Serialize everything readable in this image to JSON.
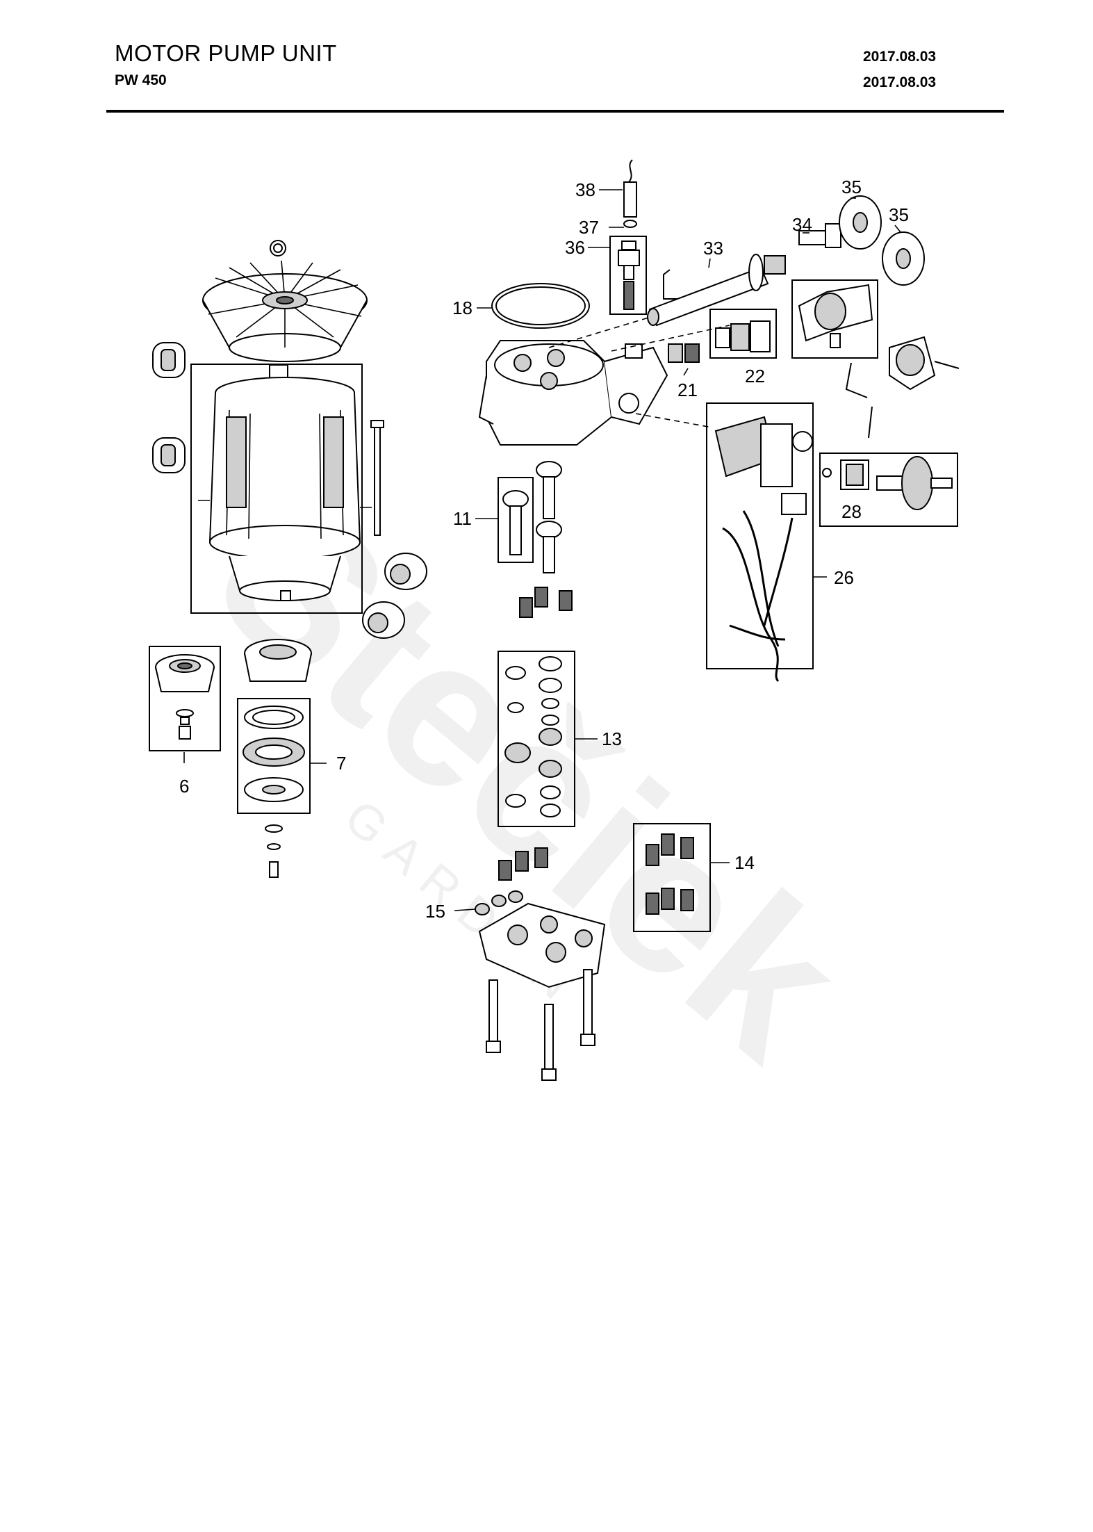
{
  "header": {
    "title": "MOTOR PUMP UNIT",
    "model": "PW 450",
    "date_top": "2017.08.03",
    "date_bottom": "2017.08.03"
  },
  "watermark": {
    "brand": "Stečiek",
    "tagline": "GARDEN"
  },
  "callouts": {
    "c38": "38",
    "c37": "37",
    "c36": "36",
    "c35a": "35",
    "c35b": "35",
    "c34": "34",
    "c33": "33",
    "c18": "18",
    "c21": "21",
    "c22": "22",
    "c11": "11",
    "c26": "26",
    "c28": "28",
    "c13": "13",
    "c6": "6",
    "c7": "7",
    "c14": "14",
    "c15": "15"
  },
  "colors": {
    "line": "#000000",
    "fill": "#ffffff",
    "shade": "#cfcfcf",
    "dark": "#6a6a6a"
  }
}
